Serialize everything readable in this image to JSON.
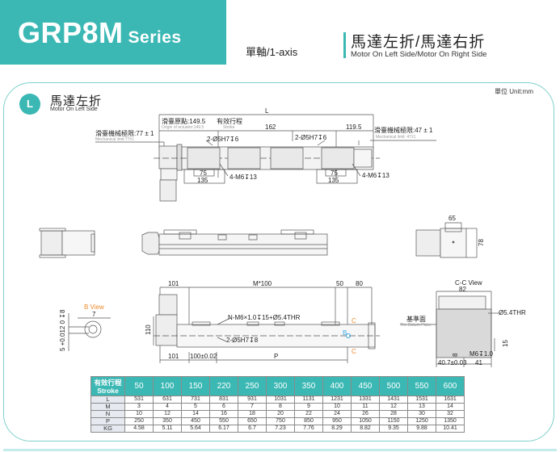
{
  "header": {
    "model": "GRP8M",
    "series_label": "Series",
    "axis_label": "單軸/1-axis",
    "mount_zh": "馬達左折/馬達右折",
    "mount_en": "Motor On Left Side/Motor On Right Side",
    "accent_color": "#3bb8b4"
  },
  "section": {
    "badge": "L",
    "title_zh": "馬達左折",
    "title_en": "Motor On Left Side",
    "unit_label": "單位 Unit:mm"
  },
  "top_view": {
    "dim_L": "L",
    "origin_zh": "滑臺原點:149.5",
    "origin_en": "Origin of actuator:149.5",
    "stroke_zh": "有效行程",
    "stroke_en": "Stroke",
    "dim_162": "162",
    "dim_119_5": "119.5",
    "mech_limit_left_zh": "滑臺機械極限:77 ± 1",
    "mech_limit_left_en": "Mechanical limit:77±1",
    "mech_limit_right_zh": "滑臺機械極限:47 ± 1",
    "mech_limit_right_en": "Mechanical limit: 47±1",
    "pin_hole_left": "2-Ø5H7↧6",
    "pin_hole_right": "2-Ø5H7↧6",
    "dim_75_left": "75",
    "dim_135_left": "135",
    "dim_75_right": "75",
    "dim_135_right": "135",
    "tap_left": "4-M6↧13",
    "tap_right": "4-M6↧13"
  },
  "end_view": {
    "dim_65": "65",
    "dim_78": "78"
  },
  "bottom_view": {
    "dim_101_top": "101",
    "dim_m100": "M*100",
    "dim_50": "50",
    "dim_80": "80",
    "dim_110": "110",
    "hole_spec": "N-M6×1.0↧15+Ø5.4THR",
    "pin_spec": "2-Ø5H7↧8",
    "dim_101_bottom": "101",
    "dim_100_tol": "100±0.02",
    "dim_P": "P",
    "section_mark_top": "C",
    "section_mark_bottom": "C",
    "view_mark": "B"
  },
  "b_view": {
    "title": "B View",
    "dim_7": "7",
    "dim_5_tol": "5 +0.012 0 ↧8"
  },
  "cc_view": {
    "title": "C-C View",
    "dim_82": "82",
    "thr": "Ø5.4THR",
    "datum_zh": "基準面",
    "datum_en": "The Datum Plane",
    "dim_15": "15",
    "dim_8": "8",
    "m6": "M6↧1.0",
    "dim_40_7": "40.7±0.03",
    "dim_41": "41"
  },
  "spec_table": {
    "header_zh": "有效行程",
    "header_en": "Stroke",
    "strokes": [
      "50",
      "100",
      "150",
      "220",
      "250",
      "300",
      "350",
      "400",
      "450",
      "500",
      "550",
      "600"
    ],
    "rows": [
      {
        "label": "L",
        "values": [
          "531",
          "631",
          "731",
          "831",
          "931",
          "1031",
          "1131",
          "1231",
          "1331",
          "1431",
          "1531",
          "1631"
        ]
      },
      {
        "label": "M",
        "values": [
          "3",
          "4",
          "5",
          "6",
          "7",
          "8",
          "9",
          "10",
          "11",
          "12",
          "13",
          "14"
        ]
      },
      {
        "label": "N",
        "values": [
          "10",
          "12",
          "14",
          "16",
          "18",
          "20",
          "22",
          "24",
          "26",
          "28",
          "30",
          "32"
        ]
      },
      {
        "label": "P",
        "values": [
          "250",
          "350",
          "450",
          "550",
          "650",
          "750",
          "850",
          "950",
          "1050",
          "1150",
          "1250",
          "1350"
        ]
      },
      {
        "label": "KG",
        "values": [
          "4.58",
          "5.11",
          "5.64",
          "6.17",
          "6.7",
          "7.23",
          "7.76",
          "8.29",
          "8.82",
          "9.35",
          "9.88",
          "10.41"
        ]
      }
    ]
  }
}
